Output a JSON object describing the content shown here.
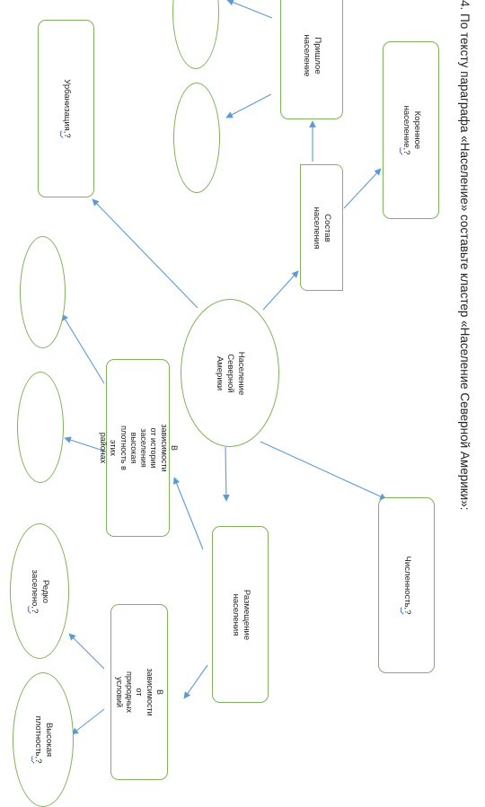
{
  "title": "4. По тексту параграфа «Население» составьте кластер «Население Северной Америки»:",
  "nodes": {
    "center": "Население\nСеверной\nАмерики",
    "sostav": "Состав населения",
    "prishloe": "Пришлое население",
    "korennoe": "Коренное население",
    "urbanizaciya": "Урбанизация",
    "chislennost": "Численность",
    "razmeshchenie": "Размещение населения",
    "history": "В зависимости от истории\nзаселения высокая плотность в\nэтих районах",
    "nature": "В зависимости от природных\nусловий",
    "redko": "Редко\nзаселено",
    "vysokaya": "Высокая\nплотность"
  },
  "question_mark": "?",
  "colors": {
    "border": "#7fb25a",
    "arrow": "#5b9bd5"
  }
}
